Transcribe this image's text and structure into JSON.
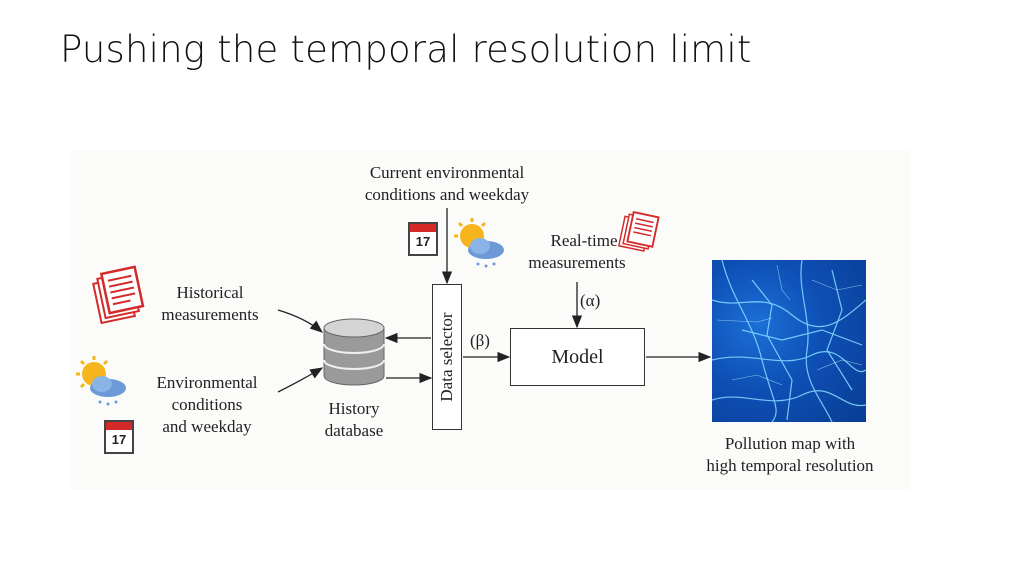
{
  "slide": {
    "title": "Pushing the temporal resolution limit"
  },
  "diagram": {
    "current_conditions": [
      "Current environmental",
      "conditions and weekday"
    ],
    "realtime_measurements": [
      "Real-time",
      "measurements"
    ],
    "historical_measurements": [
      "Historical",
      "measurements"
    ],
    "environmental_conditions": [
      "Environmental",
      "conditions",
      "and weekday"
    ],
    "history_database": [
      "History",
      "database"
    ],
    "data_selector": "Data selector",
    "model": "Model",
    "alpha": "(α)",
    "beta": "(β)",
    "pollution_map": [
      "Pollution map with",
      "high temporal resolution"
    ],
    "calendar_day": "17"
  },
  "icons": {
    "document_stack": "document-stack-icon",
    "weather": "sun-cloud-rain-icon",
    "calendar": "calendar-icon",
    "database": "database-icon",
    "map": "pollution-map-image"
  },
  "colors": {
    "document_red": "#d42a2a",
    "sun": "#f6b51c",
    "map_blue": "#0e4fb5",
    "map_road": "#7fd6ff"
  }
}
